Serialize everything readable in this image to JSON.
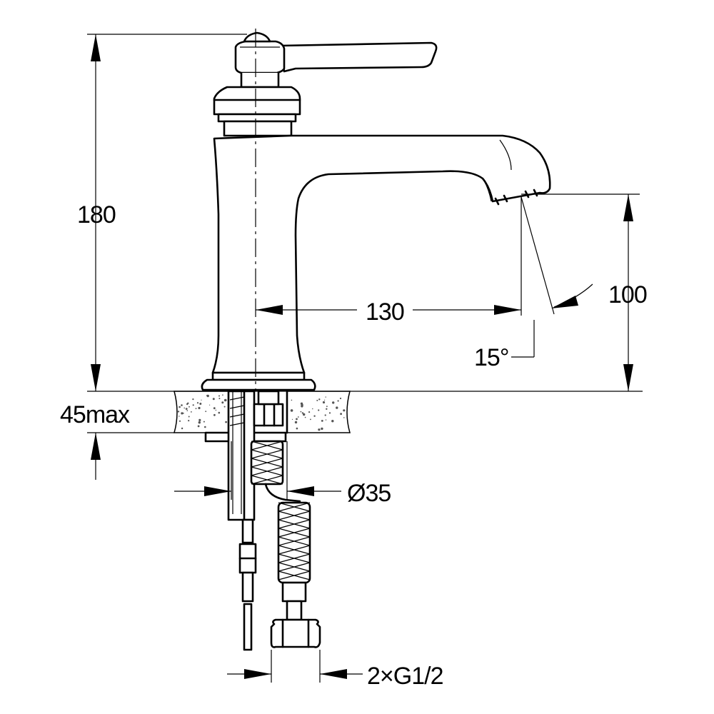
{
  "dimensions": {
    "height_total": "180",
    "spout_height": "100",
    "spout_reach": "130",
    "spray_angle": "15°",
    "counter_thickness": "45max",
    "hole_diameter": "Ø35",
    "connections": "2×G1/2"
  },
  "colors": {
    "line": "#000000",
    "background": "#ffffff"
  }
}
